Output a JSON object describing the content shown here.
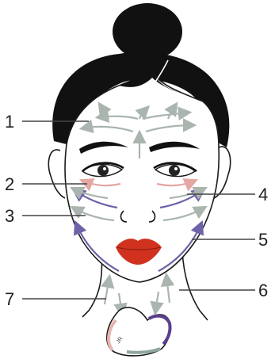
{
  "labels": {
    "l1": "1",
    "l2": "2",
    "l3": "3",
    "l4": "4",
    "l5": "5",
    "l6": "6",
    "l7": "7"
  },
  "tool_engraving": "JR",
  "colors": {
    "hair": "#111111",
    "outline": "#1a1a1a",
    "skin": "#ffffff",
    "lips": "#d0321f",
    "arrow_gray": "#a9b5ae",
    "arrow_purple": "#6e62a8",
    "arrow_pink": "#e4a7a4",
    "tool_pink": "#e9b4b0",
    "tool_purple": "#5b3e8c",
    "tool_green": "#8fa79d"
  }
}
